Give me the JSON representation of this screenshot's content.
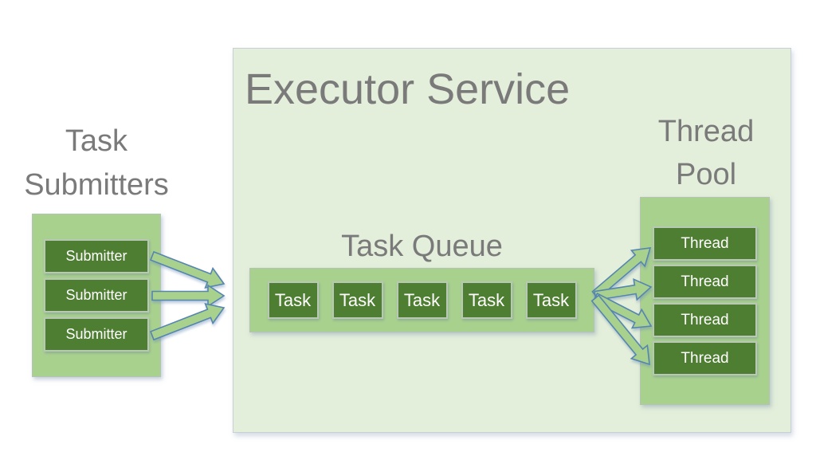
{
  "colors": {
    "page_bg": "#ffffff",
    "panel_bg": "#e3efda",
    "container_green": "#a9d18e",
    "box_green": "#4e7e32",
    "label_gray": "#7a7a7a",
    "box_text": "#ffffff",
    "arrow_fill": "#a9d18e",
    "arrow_stroke": "#5585b0"
  },
  "diagram": {
    "title": "Executor Service",
    "task_submitters": {
      "label": "Task Submitters",
      "items": [
        "Submitter",
        "Submitter",
        "Submitter"
      ]
    },
    "task_queue": {
      "label": "Task Queue",
      "items": [
        "Task",
        "Task",
        "Task",
        "Task",
        "Task"
      ]
    },
    "thread_pool": {
      "label": "Thread Pool",
      "items": [
        "Thread",
        "Thread",
        "Thread",
        "Thread"
      ]
    },
    "connections": [
      {
        "from": "submitter-1",
        "to": "task-queue"
      },
      {
        "from": "submitter-2",
        "to": "task-queue"
      },
      {
        "from": "submitter-3",
        "to": "task-queue"
      },
      {
        "from": "task-queue",
        "to": "thread-1"
      },
      {
        "from": "task-queue",
        "to": "thread-2"
      },
      {
        "from": "task-queue",
        "to": "thread-3"
      },
      {
        "from": "task-queue",
        "to": "thread-4"
      }
    ]
  }
}
